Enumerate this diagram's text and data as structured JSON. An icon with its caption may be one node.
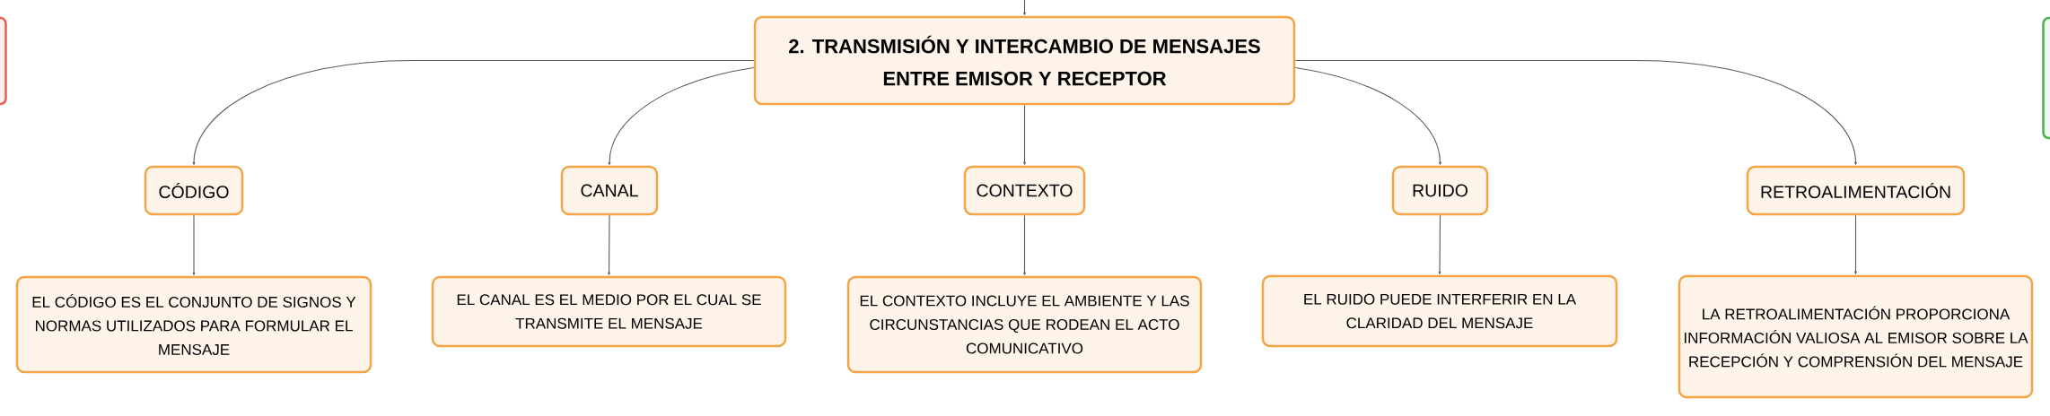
{
  "diagram": {
    "nodes": [
      {
        "text": [
          "2. TRANSMISIÓN Y INTERCAMBIO DE MENSAJES ENTRE EMISOR Y RECEPTOR"
        ]
      },
      {
        "text": [
          "CÓDIGO"
        ]
      },
      {
        "text": [
          "CANAL"
        ]
      },
      {
        "text": [
          "CONTEXTO"
        ]
      },
      {
        "text": [
          "RUIDO"
        ]
      },
      {
        "text": [
          "RETROALIMENTACIÓN"
        ]
      },
      {
        "text": [
          "EL CÓDIGO ES EL CONJUNTO DE SIGNOS Y NORMAS UTILIZADOS PARA FORMULAR EL MENSAJE"
        ]
      },
      {
        "text": [
          "EL CANAL ES EL MEDIO POR EL CUAL SE TRANSMITE EL MENSAJE"
        ]
      },
      {
        "text": [
          "EL CONTEXTO INCLUYE EL AMBIENTE Y LAS CIRCUNSTANCIAS QUE RODEAN EL ACTO COMUNICATIVO"
        ]
      },
      {
        "text": [
          "EL RUIDO PUEDE INTERFERIR EN LA CLARIDAD DEL MENSAJE"
        ]
      },
      {
        "text": [
          "LA RETROALIMENTACIÓN PROPORCIONA INFORMACIÓN VALIOSA AL EMISOR SOBRE LA RECEPCIÓN Y COMPRENSIÓN DEL MENSAJE"
        ]
      },
      {
        "text": [],
        "shape": "box"
      },
      {
        "text": [],
        "shape": "box"
      }
    ],
    "edges": [
      {
        "from": null,
        "to": 0,
        "arrow": "to"
      },
      {
        "from": 0,
        "to": 1,
        "arrow": "to"
      },
      {
        "from": 0,
        "to": 2,
        "arrow": "to"
      },
      {
        "from": 0,
        "to": 3,
        "arrow": "to"
      },
      {
        "from": 0,
        "to": 4,
        "arrow": "to"
      },
      {
        "from": 0,
        "to": 5,
        "arrow": "to"
      },
      {
        "from": 1,
        "to": 6,
        "arrow": "to"
      },
      {
        "from": 2,
        "to": 7,
        "arrow": "to"
      },
      {
        "from": 3,
        "to": 8,
        "arrow": "to"
      },
      {
        "from": 4,
        "to": 9,
        "arrow": "to"
      },
      {
        "from": 5,
        "to": 10,
        "arrow": "to"
      }
    ]
  }
}
